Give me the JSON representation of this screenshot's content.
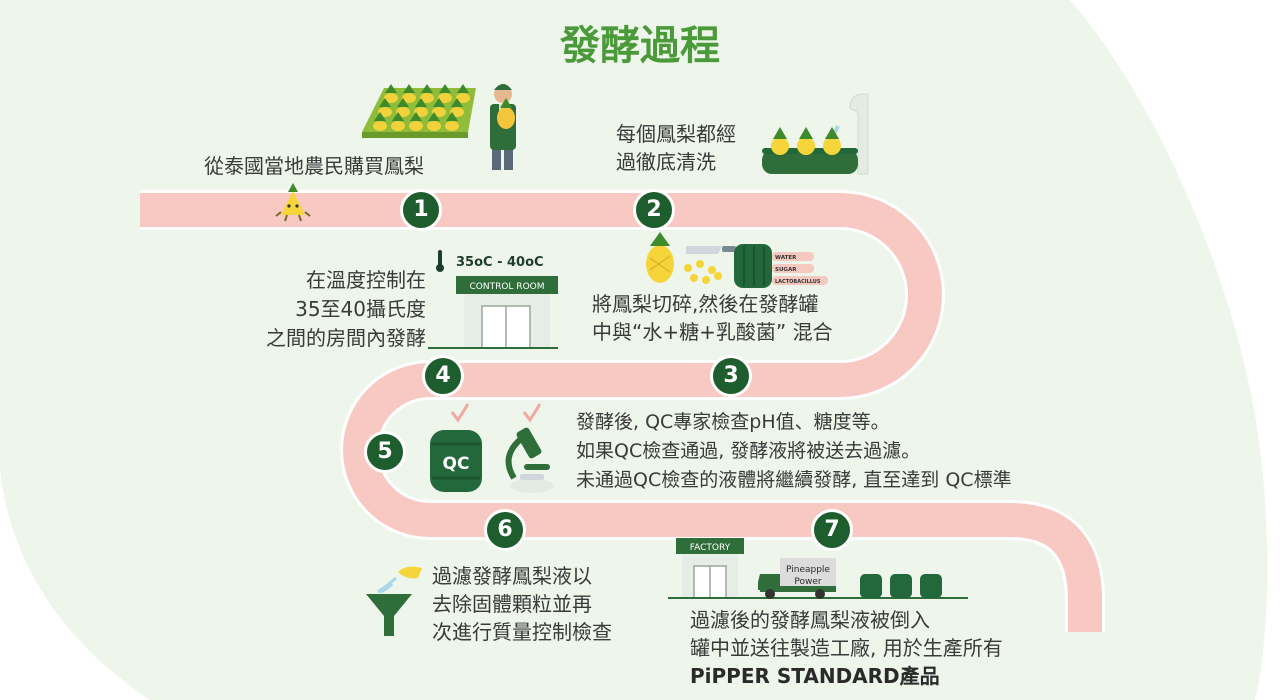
{
  "title": "發酵過程",
  "steps": [
    {
      "number": "1",
      "lines": [
        "從泰國當地農民購買鳳梨"
      ]
    },
    {
      "number": "2",
      "lines": [
        "每個鳳梨都經",
        "過徹底清洗"
      ]
    },
    {
      "number": "3",
      "lines": [
        "將鳳梨切碎,然後在發酵罐",
        "中與“水+糖+乳酸菌” 混合"
      ]
    },
    {
      "number": "4",
      "lines": [
        "在溫度控制在",
        "35至40攝氏度",
        "之間的房間內發酵"
      ]
    },
    {
      "number": "5",
      "lines": [
        "發酵後, QC專家檢查pH值、糖度等。",
        "如果QC檢查通過, 發酵液將被送去過濾。",
        "未通過QC檢查的液體將繼續發酵, 直至達到 QC標準"
      ]
    },
    {
      "number": "6",
      "lines": [
        "過濾發酵鳳梨液以",
        "去除固體顆粒並再",
        "次進行質量控制檢查"
      ]
    },
    {
      "number": "7",
      "lines": [
        "過濾後的發酵鳳梨液被倒入",
        "罐中並送往製造工廠, 用於生產所有",
        "PiPPER STANDARD產品"
      ]
    }
  ],
  "illustration_labels": {
    "temperature": "35oC - 40oC",
    "control_room": "CONTROL ROOM",
    "tank_water": "WATER",
    "tank_sugar": "SUGAR",
    "tank_bacillus": "LACTOBACILLUS",
    "qc_barrel": "QC",
    "factory": "FACTORY",
    "truck_line1": "Pineapple",
    "truck_line2": "Power"
  },
  "colors": {
    "background_blob": "#eef5ea",
    "path": "#f8c9c3",
    "badge": "#1e5e2e",
    "title": "#4a9a3a",
    "text": "#3a3a3a",
    "dark_green": "#23683a"
  },
  "icons": [
    "pineapple-crate-icon",
    "farmer-icon",
    "pineapple-mascot-icon",
    "wash-basin-icon",
    "thermometer-icon",
    "control-room-icon",
    "pineapple-icon",
    "knife-icon",
    "fermentation-tank-icon",
    "qc-barrel-icon",
    "microscope-icon",
    "check-icon",
    "funnel-icon",
    "factory-icon",
    "truck-icon",
    "tank-icon"
  ]
}
